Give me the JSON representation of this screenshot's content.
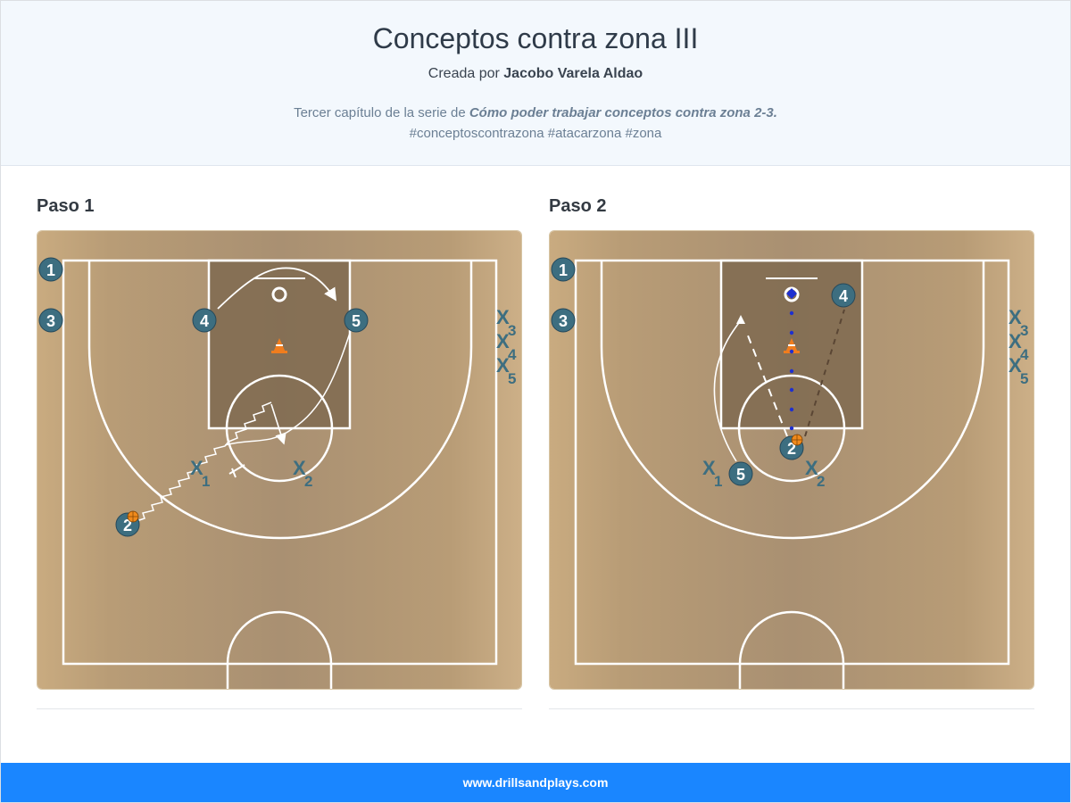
{
  "header": {
    "title": "Conceptos contra zona III",
    "byline_prefix": "Creada por ",
    "author": "Jacobo Varela Aldao",
    "description_prefix": "Tercer capítulo de la serie de ",
    "description_series": "Cómo poder trabajar conceptos contra zona 2-3.",
    "tags": "#conceptoscontrazona #atacarzona #zona"
  },
  "steps": [
    {
      "title": "Paso 1",
      "players": [
        "1",
        "3",
        "4",
        "5",
        "2"
      ],
      "defenders": [
        {
          "x": "X",
          "n": "1"
        },
        {
          "x": "X",
          "n": "2"
        },
        {
          "x": "X",
          "n": "3"
        },
        {
          "x": "X",
          "n": "4"
        },
        {
          "x": "X",
          "n": "5"
        }
      ]
    },
    {
      "title": "Paso 2",
      "players": [
        "1",
        "3",
        "4",
        "5",
        "2"
      ],
      "defenders": [
        {
          "x": "X",
          "n": "1"
        },
        {
          "x": "X",
          "n": "2"
        },
        {
          "x": "X",
          "n": "3"
        },
        {
          "x": "X",
          "n": "4"
        },
        {
          "x": "X",
          "n": "5"
        }
      ]
    }
  ],
  "colors": {
    "player_fill": "#3d6e80",
    "defender": "#3d6e80",
    "floor": "#b99e78",
    "paint": "#8a7356",
    "footer": "#1a86ff",
    "cone": "#f07d1e"
  },
  "icons": [
    "cone-icon",
    "basketball-icon"
  ],
  "footer": {
    "site": "www.drillsandplays.com"
  }
}
